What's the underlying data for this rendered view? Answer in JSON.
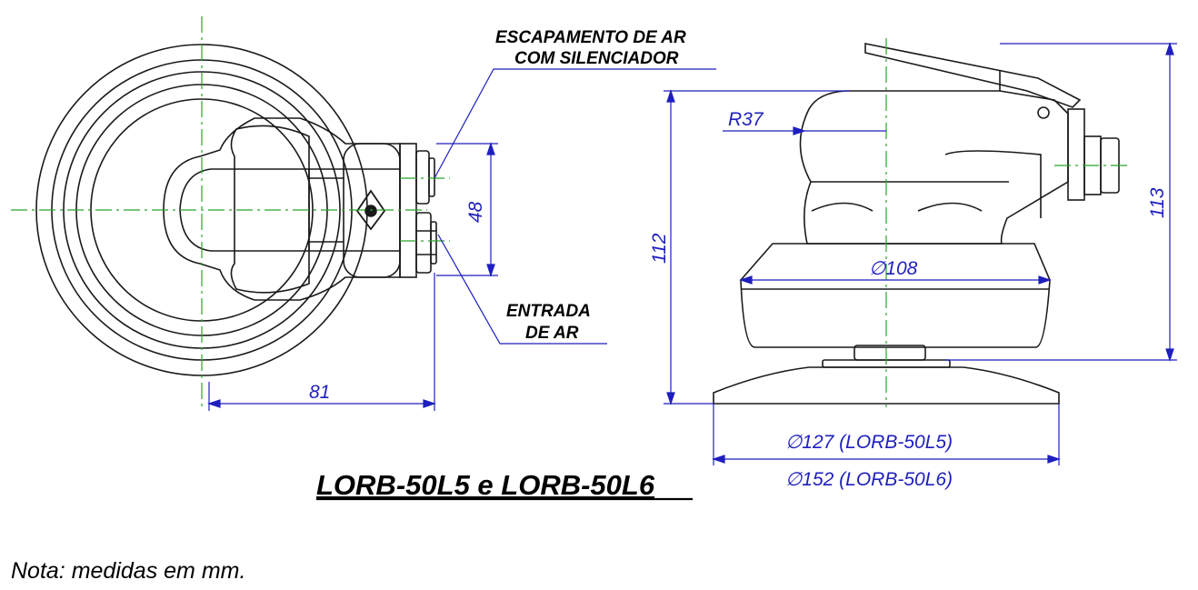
{
  "colors": {
    "outline": "#1a1a1a",
    "dimension": "#1f1fbf",
    "centerline": "#2aa52a",
    "background": "#ffffff"
  },
  "callouts": {
    "exhaust_line1": "ESCAPAMENTO DE AR",
    "exhaust_line2": "COM SILENCIADOR",
    "inlet_line1": "ENTRADA",
    "inlet_line2": "DE AR"
  },
  "dimensions": {
    "radius": "R37",
    "height_body": "112",
    "height_total": "113",
    "width_side": "81",
    "height_fitting": "48",
    "diameter_body": "∅108",
    "diameter_pad_l5": "∅127 (LORB-50L5)",
    "diameter_pad_l6": "∅152  (LORB-50L6)"
  },
  "title": "LORB-50L5 e LORB-50L6",
  "note": "Nota: medidas em mm."
}
